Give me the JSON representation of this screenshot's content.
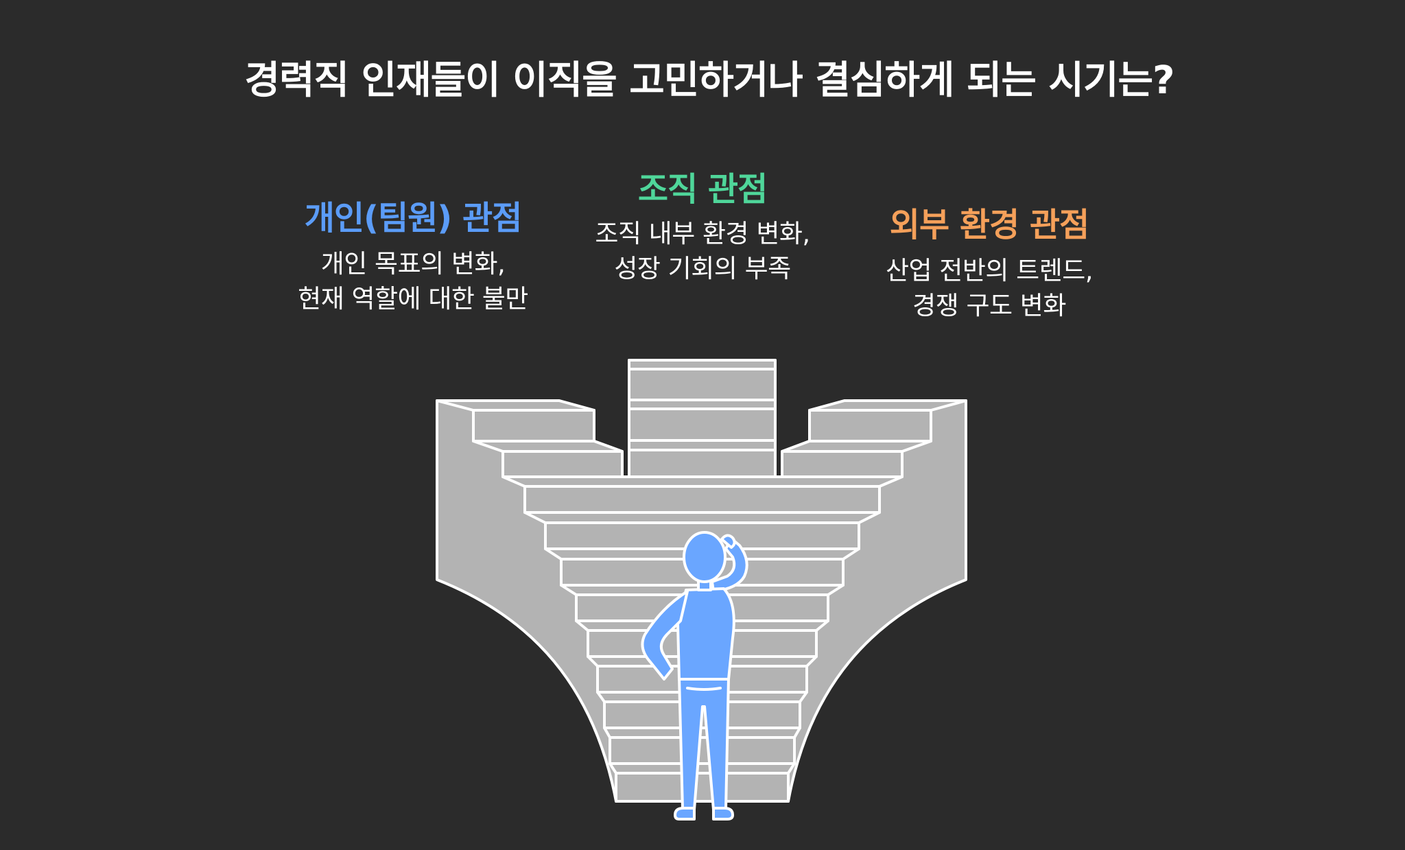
{
  "title": "경력직 인재들이 이직을 고민하거나 결심하게 되는 시기는?",
  "colors": {
    "background": "#2b2b2b",
    "personal": "#5b9cf8",
    "organization": "#4fd69a",
    "external": "#f5a05a",
    "stairs_fill": "#b3b3b3",
    "stairs_stroke": "#ffffff",
    "figure": "#6aa6ff"
  },
  "perspectives": [
    {
      "id": "personal",
      "heading": "개인(팀원) 관점",
      "lines": [
        "개인 목표의 변화,",
        "현재 역할에 대한 불만"
      ]
    },
    {
      "id": "organization",
      "heading": "조직 관점",
      "lines": [
        "조직 내부 환경 변화,",
        "성장 기회의 부족"
      ]
    },
    {
      "id": "external",
      "heading": "외부 환경 관점",
      "lines": [
        "산업 전반의 트렌드,",
        "경쟁 구도 변화"
      ]
    }
  ],
  "illustration": {
    "description": "person-scratching-head-facing-branching-staircase"
  }
}
